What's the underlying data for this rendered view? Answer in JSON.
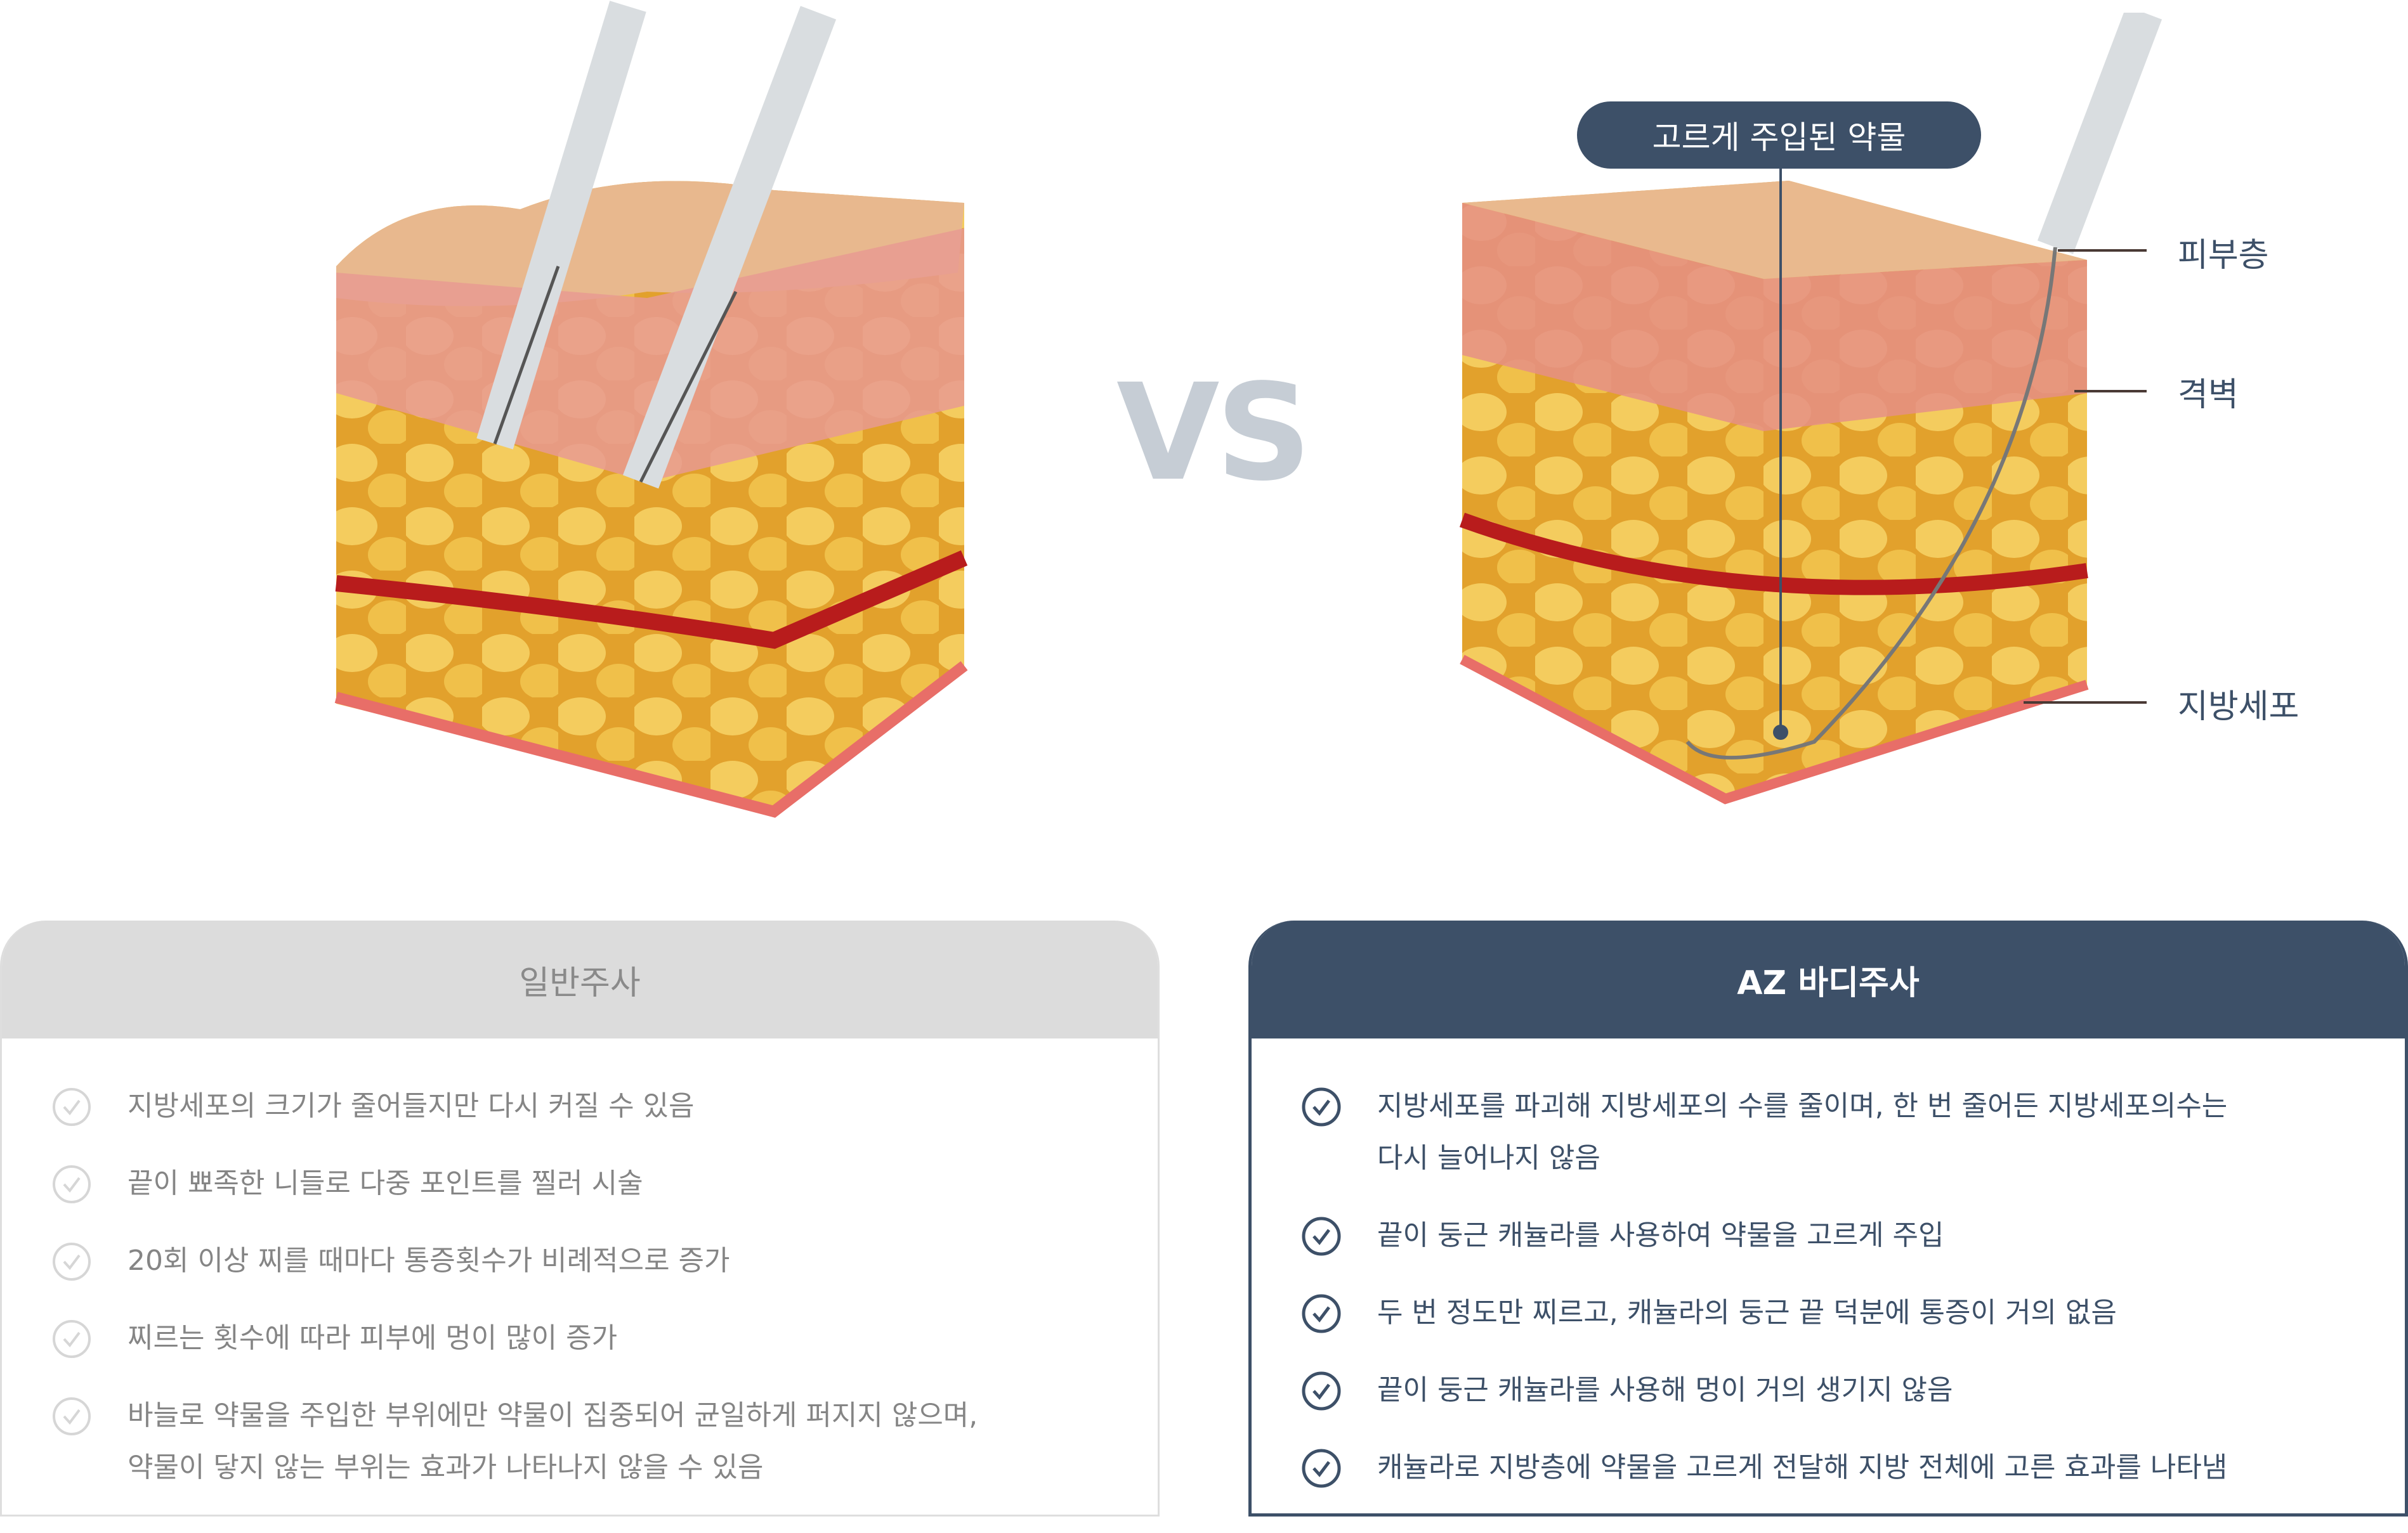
{
  "vs_label": "VS",
  "illustration": {
    "callout": "고르게 주입된 약물",
    "labels": [
      "피부층",
      "격벽",
      "지방세포"
    ]
  },
  "left_panel": {
    "title": "일반주사",
    "items": [
      "지방세포의 크기가 줄어들지만 다시 커질 수 있음",
      "끝이 뾰족한 니들로 다중 포인트를 찔러 시술",
      "20회 이상 찌를 때마다 통증횟수가 비례적으로 증가",
      "찌르는 횟수에 따라 피부에 멍이 많이 증가",
      "바늘로 약물을 주입한 부위에만 약물이 집중되어 균일하게 퍼지지 않으며,\n약물이 닿지 않는 부위는 효과가 나타나지 않을 수 있음"
    ]
  },
  "right_panel": {
    "title": "AZ 바디주사",
    "items": [
      "지방세포를 파괴해 지방세포의 수를 줄이며, 한 번 줄어든 지방세포의수는\n다시 늘어나지 않음",
      "끝이 둥근 캐뉼라를 사용하여 약물을 고르게 주입",
      "두 번 정도만 찌르고, 캐뉼라의 둥근 끝 덕분에 통증이 거의 없음",
      "끝이 둥근 캐뉼라를 사용해 멍이 거의 생기지 않음",
      "캐뉼라로 지방층에 약물을 고르게 전달해 지방 전체에 고른 효과를 나타냄"
    ]
  },
  "colors": {
    "accent": "#3d5068",
    "muted": "#dcdcdc"
  }
}
